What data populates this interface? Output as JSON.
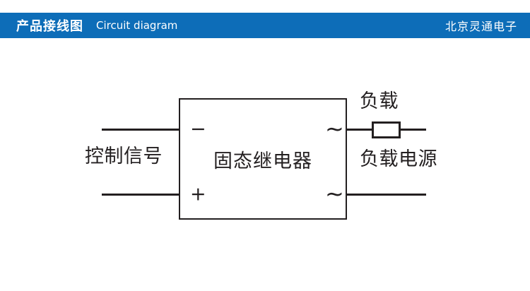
{
  "header": {
    "title_zh": "产品接线图",
    "title_en": "Circuit diagram",
    "company": "北京灵通电子",
    "bar_color": "#0d6db8"
  },
  "diagram": {
    "relay_label": "固态继电器",
    "control_signal_label": "控制信号",
    "load_label": "负载",
    "load_power_label": "负载电源",
    "terminals": {
      "minus": "−",
      "plus": "+",
      "ac_top": "~",
      "ac_bottom": "~"
    },
    "line_color": "#231f20"
  }
}
